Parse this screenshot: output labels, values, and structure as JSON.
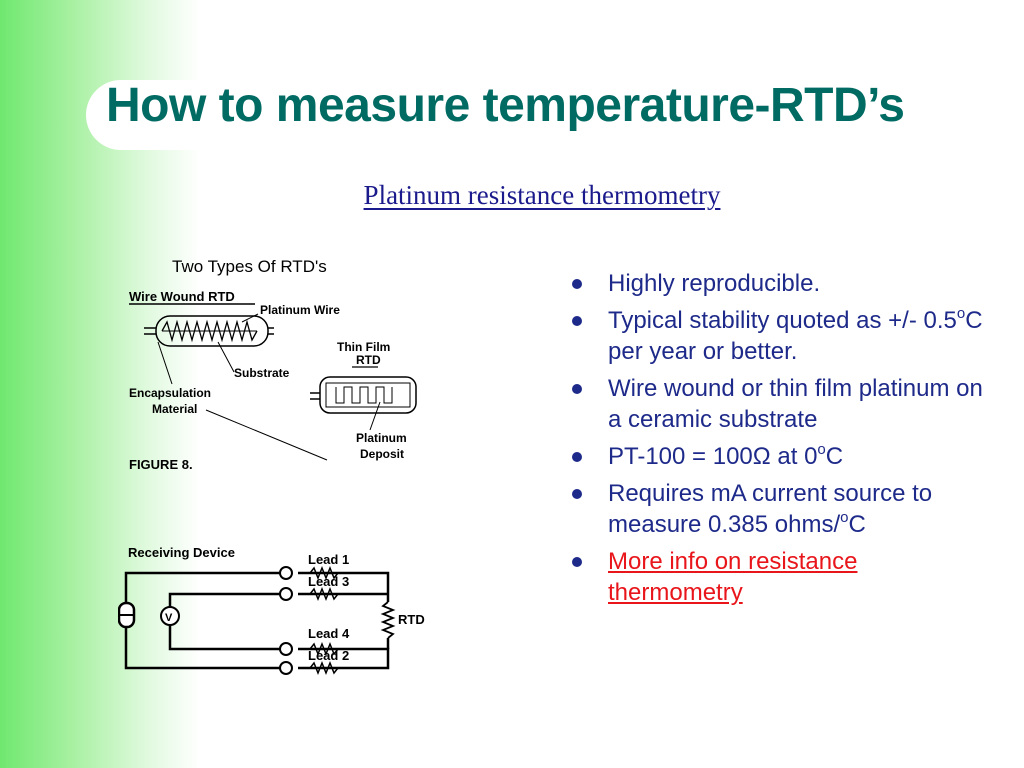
{
  "slide": {
    "title": "How to measure temperature-RTD’s",
    "subtitle": "Platinum resistance thermometry"
  },
  "bullets": [
    {
      "parts": [
        "Highly reproducible."
      ]
    },
    {
      "parts": [
        "Typical stability quoted as +/- 0.5",
        "o",
        "C per year or better."
      ]
    },
    {
      "parts": [
        "Wire wound or thin film platinum on a ceramic substrate"
      ]
    },
    {
      "parts": [
        "PT-100 = 100Ω at 0",
        "o",
        "C"
      ]
    },
    {
      "parts": [
        "Requires mA current source to measure 0.385 ohms/",
        "o",
        "C"
      ]
    },
    {
      "parts": [
        "More info on resistance thermometry"
      ],
      "link": true
    }
  ],
  "figure1": {
    "heading": "Two Types Of RTD's",
    "wire_wound": "Wire Wound RTD",
    "platinum_wire": "Platinum Wire",
    "thin_film_1": "Thin Film",
    "thin_film_2": "RTD",
    "substrate": "Substrate",
    "encapsulation_1": "Encapsulation",
    "encapsulation_2": "Material",
    "platinum_1": "Platinum",
    "platinum_2": "Deposit",
    "caption": "FIGURE 8."
  },
  "figure2": {
    "receiving_device": "Receiving Device",
    "lead1": "Lead 1",
    "lead3": "Lead 3",
    "lead4": "Lead 4",
    "lead2": "Lead 2",
    "rtd": "RTD",
    "voltmeter": "V"
  },
  "colors": {
    "title": "#006b63",
    "subtitle": "#1a1a8c",
    "bullet_text": "#1e2a8a",
    "link": "#e8151b",
    "sidebar_green": "#6fe86f"
  }
}
